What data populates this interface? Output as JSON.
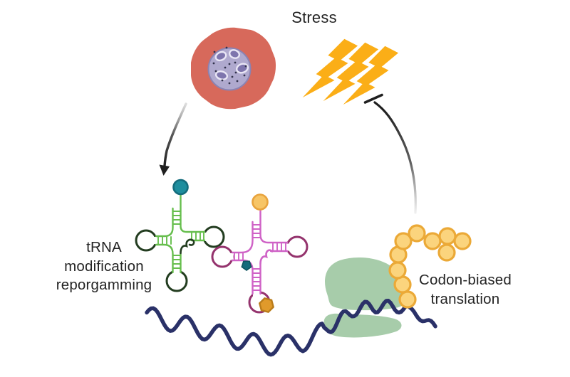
{
  "labels": {
    "stress": "Stress",
    "trna_lines": [
      "tRNA",
      "modification",
      "reporgamming"
    ],
    "codon_lines": [
      "Codon-biased",
      "translation"
    ]
  },
  "icons": {
    "cell-icon": "salmon cell blob with purple nucleus, nucleoli and chromatin dots",
    "lightning-bolts-icon": "three yellow lightning bolts",
    "curved-arrow-icon": "curved black arrow from cell down to tRNAs",
    "inhibition-arrow-icon": "curved T-bar inhibition arrow pointing at stress",
    "trna-green-icon": "green tRNA cloverleaf with teal modification bead",
    "trna-pink-icon": "pink tRNA cloverleaf with yellow, teal and orange modification beads",
    "ribosome-icon": "two pale-green ribosome subunits",
    "mrna-icon": "dark navy wavy mRNA strand",
    "polypeptide-chain-icon": "chain of yellow amino-acid beads"
  },
  "colors": {
    "cell_body": "#D7695B",
    "nucleus_fill": "#AFA9CE",
    "nucleus_stroke": "#8A83B3",
    "nucleolus_fill": "#7E75AD",
    "nucleolus_ring": "#E9E6F5",
    "chromatin_dot": "#33334D",
    "lightning": "#FBAE17",
    "arrow": "#1F1F1F",
    "trna_green_stem": "#66BE4D",
    "trna_green_loop": "#233D20",
    "mod_teal_fill": "#1E8E9E",
    "mod_teal_stroke": "#146C7C",
    "mod_teal_dark": "#156B7B",
    "trna_pink_stem": "#CF62C6",
    "trna_pink_loop": "#94336D",
    "mod_yellow_fill": "#F7C566",
    "mod_yellow_stroke": "#E8A33C",
    "mod_orange_fill": "#E09A2B",
    "mod_orange_stroke": "#B97C1A",
    "ribosome": "#A7CCAA",
    "mrna": "#2A3168",
    "bead_fill": "#FBD47D",
    "bead_stroke": "#EBA937",
    "text": "#242424",
    "background": "#FFFFFF"
  }
}
